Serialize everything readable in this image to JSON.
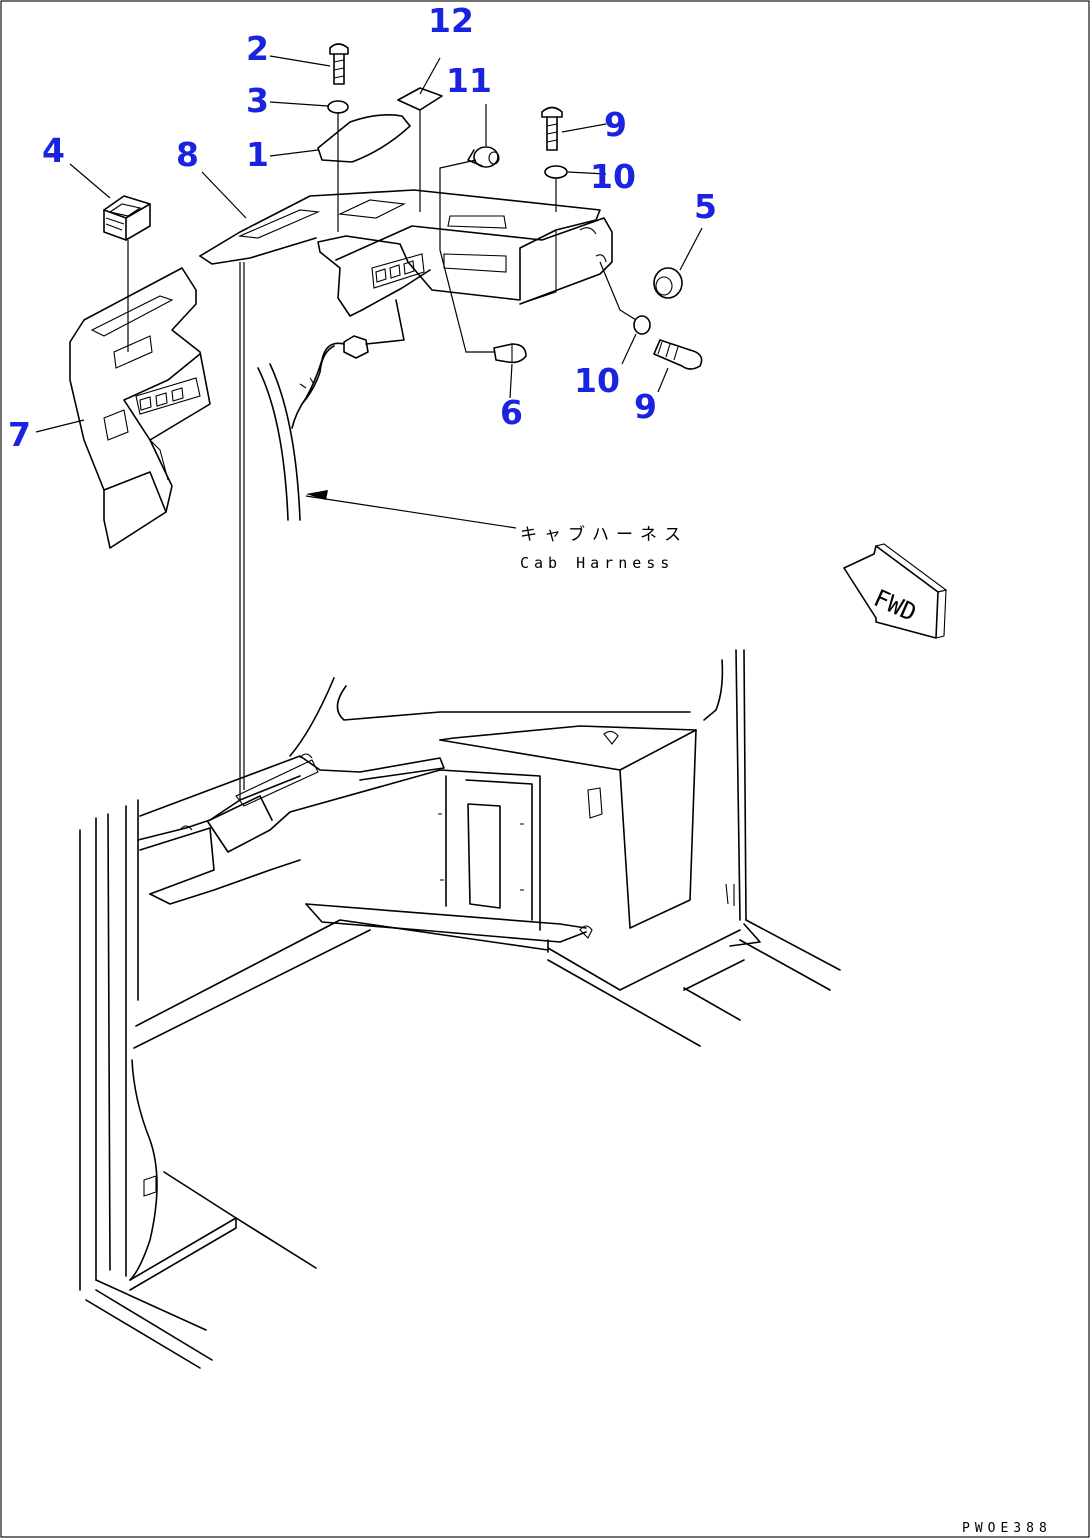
{
  "callouts": [
    {
      "id": "12",
      "label": "12"
    },
    {
      "id": "2",
      "label": "2"
    },
    {
      "id": "11",
      "label": "11"
    },
    {
      "id": "3",
      "label": "3"
    },
    {
      "id": "9a",
      "label": "9"
    },
    {
      "id": "4",
      "label": "4"
    },
    {
      "id": "8",
      "label": "8"
    },
    {
      "id": "1",
      "label": "1"
    },
    {
      "id": "10a",
      "label": "10"
    },
    {
      "id": "5",
      "label": "5"
    },
    {
      "id": "10b",
      "label": "10"
    },
    {
      "id": "9b",
      "label": "9"
    },
    {
      "id": "7",
      "label": "7"
    },
    {
      "id": "6",
      "label": "6"
    }
  ],
  "harness": {
    "label_jp": "キャブハーネス",
    "label_en": "Cab Harness"
  },
  "direction": {
    "label": "FWD"
  },
  "drawing_code": "PWOE388",
  "colors": {
    "callout": "#1a23e0",
    "line": "#000000",
    "background": "#ffffff"
  }
}
